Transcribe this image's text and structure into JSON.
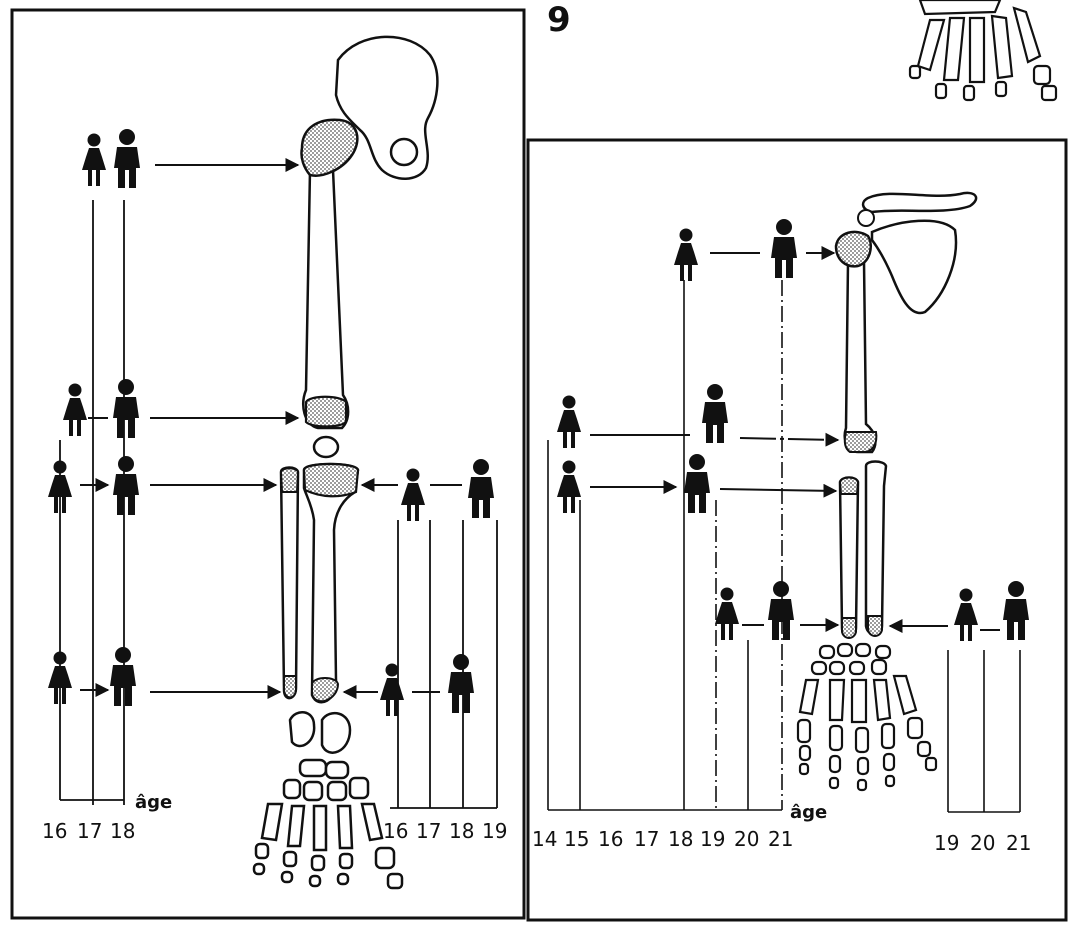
{
  "figure_number": "9",
  "left_panel": {
    "age_label": "âge",
    "ages_left": [
      "16",
      "17",
      "18"
    ],
    "ages_right": [
      "16",
      "17",
      "18",
      "19"
    ]
  },
  "right_panel": {
    "age_label": "âge",
    "ages_main": [
      "14",
      "15",
      "16",
      "17",
      "18",
      "19",
      "20",
      "21"
    ],
    "ages_wrist": [
      "19",
      "20",
      "21"
    ]
  },
  "colors": {
    "ink": "#111111",
    "epiphysis_fill": "#9a9a9a",
    "background": "#ffffff"
  }
}
